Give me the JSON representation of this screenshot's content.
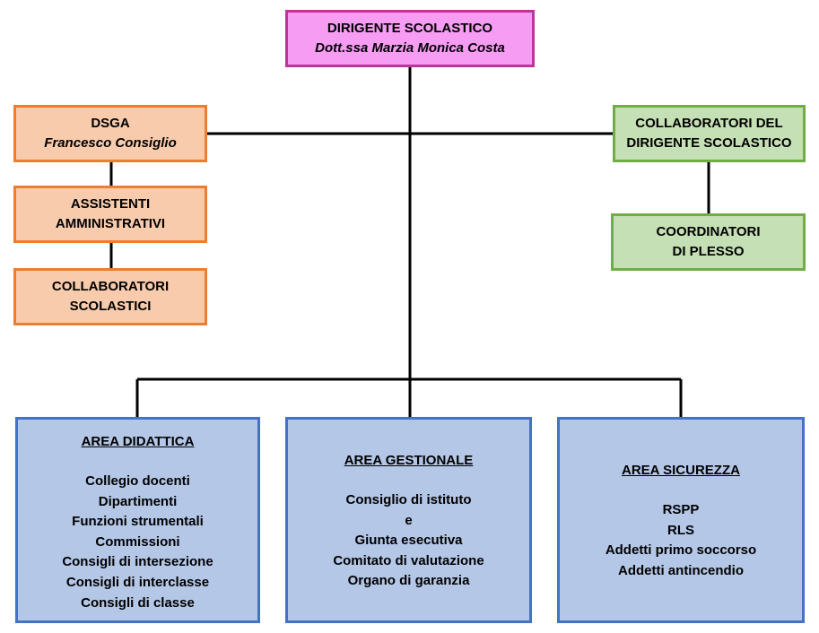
{
  "dirigente": {
    "title": "DIRIGENTE SCOLASTICO",
    "name": "Dott.ssa Marzia Monica Costa"
  },
  "dsga": {
    "title": "DSGA",
    "name": "Francesco Consiglio"
  },
  "assistenti": {
    "line1": "ASSISTENTI",
    "line2": "AMMINISTRATIVI"
  },
  "collaboratori_scolastici": {
    "line1": "COLLABORATORI",
    "line2": "SCOLASTICI"
  },
  "collaboratori_dirigente": {
    "line1": "COLLABORATORI DEL",
    "line2": "DIRIGENTE SCOLASTICO"
  },
  "coordinatori": {
    "line1": "COORDINATORI",
    "line2": "DI PLESSO"
  },
  "area_didattica": {
    "title": "AREA DIDATTICA",
    "items": [
      "Collegio docenti",
      "Dipartimenti",
      "Funzioni strumentali",
      "Commissioni",
      "Consigli di intersezione",
      "Consigli di interclasse",
      "Consigli di classe"
    ]
  },
  "area_gestionale": {
    "title": "AREA GESTIONALE",
    "items": [
      "Consiglio di istituto",
      "e",
      "Giunta esecutiva",
      "Comitato di valutazione",
      "Organo di garanzia"
    ]
  },
  "area_sicurezza": {
    "title": "AREA SICUREZZA",
    "items": [
      "RSPP",
      "RLS",
      "Addetti primo soccorso",
      "Addetti antincendio"
    ]
  },
  "colors": {
    "pink_fill": "#f79cf3",
    "pink_border": "#c0339b",
    "orange_fill": "#f8cbad",
    "orange_border": "#ed7d31",
    "green_fill": "#c5e0b4",
    "green_border": "#70ad47",
    "blue_fill": "#b4c7e7",
    "blue_border": "#4472c4"
  }
}
